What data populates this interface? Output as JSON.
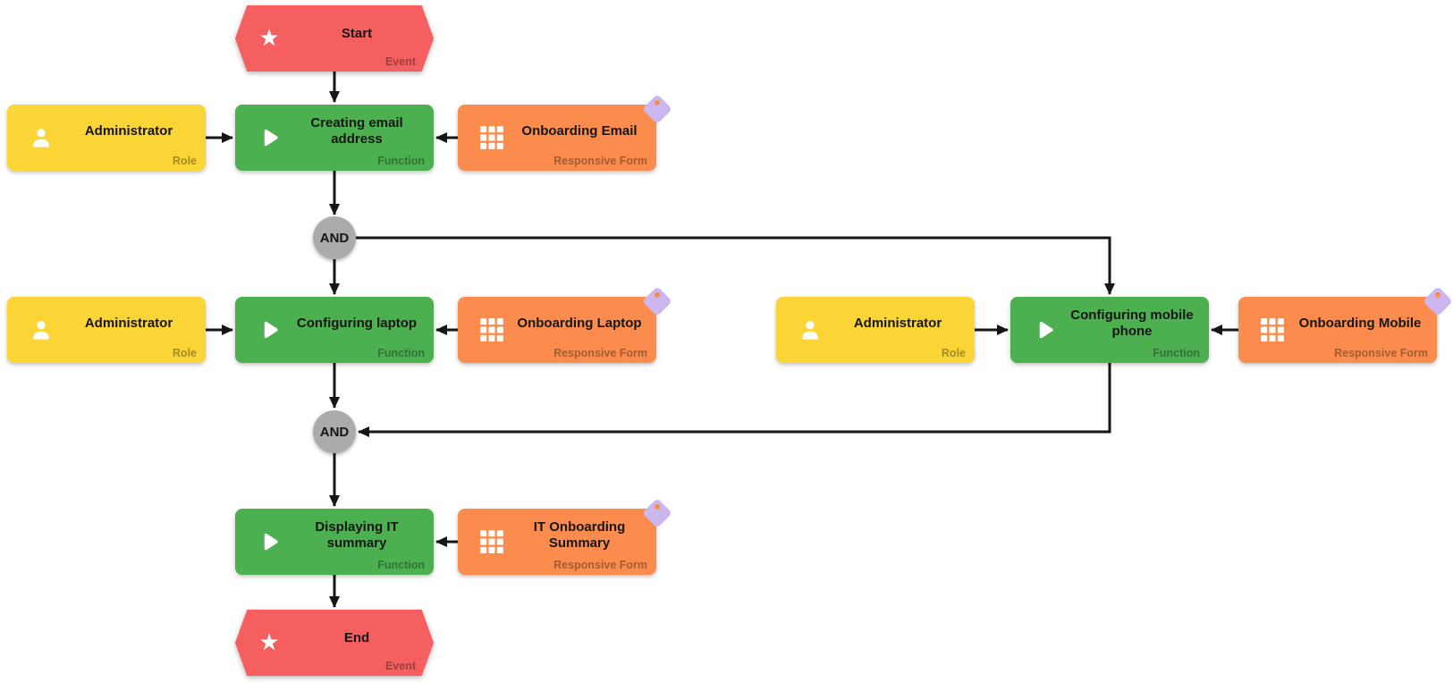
{
  "diagram_type": "event-driven process chain",
  "colors": {
    "event": "#f55f5f",
    "role": "#fbd435",
    "function": "#4caf50",
    "responsive_form": "#fb8c4d",
    "gateway": "#ababab",
    "tag_badge": "#cbb7ee",
    "connector": "#161616",
    "background": "#ffffff"
  },
  "nodes": {
    "start": {
      "label": "Start",
      "type_label": "Event",
      "kind": "event",
      "icon": "star-icon"
    },
    "admin_email": {
      "label": "Administrator",
      "type_label": "Role",
      "kind": "role",
      "icon": "person-icon"
    },
    "func_email": {
      "label": "Creating email address",
      "type_label": "Function",
      "kind": "function",
      "icon": "play-icon"
    },
    "form_email": {
      "label": "Onboarding Email",
      "type_label": "Responsive Form",
      "kind": "form",
      "icon": "grid-icon"
    },
    "gateway_and_1": {
      "label": "AND",
      "kind": "gateway"
    },
    "admin_laptop": {
      "label": "Administrator",
      "type_label": "Role",
      "kind": "role",
      "icon": "person-icon"
    },
    "func_laptop": {
      "label": "Configuring laptop",
      "type_label": "Function",
      "kind": "function",
      "icon": "play-icon"
    },
    "form_laptop": {
      "label": "Onboarding Laptop",
      "type_label": "Responsive Form",
      "kind": "form",
      "icon": "grid-icon"
    },
    "admin_mobile": {
      "label": "Administrator",
      "type_label": "Role",
      "kind": "role",
      "icon": "person-icon"
    },
    "func_mobile": {
      "label": "Configuring mobile phone",
      "type_label": "Function",
      "kind": "function",
      "icon": "play-icon"
    },
    "form_mobile": {
      "label": "Onboarding Mobile",
      "type_label": "Responsive Form",
      "kind": "form",
      "icon": "grid-icon"
    },
    "gateway_and_2": {
      "label": "AND",
      "kind": "gateway"
    },
    "func_summary": {
      "label": "Displaying IT summary",
      "type_label": "Function",
      "kind": "function",
      "icon": "play-icon"
    },
    "form_summary": {
      "label": "IT Onboarding Summary",
      "type_label": "Responsive Form",
      "kind": "form",
      "icon": "grid-icon"
    },
    "end": {
      "label": "End",
      "type_label": "Event",
      "kind": "event",
      "icon": "star-icon"
    }
  }
}
